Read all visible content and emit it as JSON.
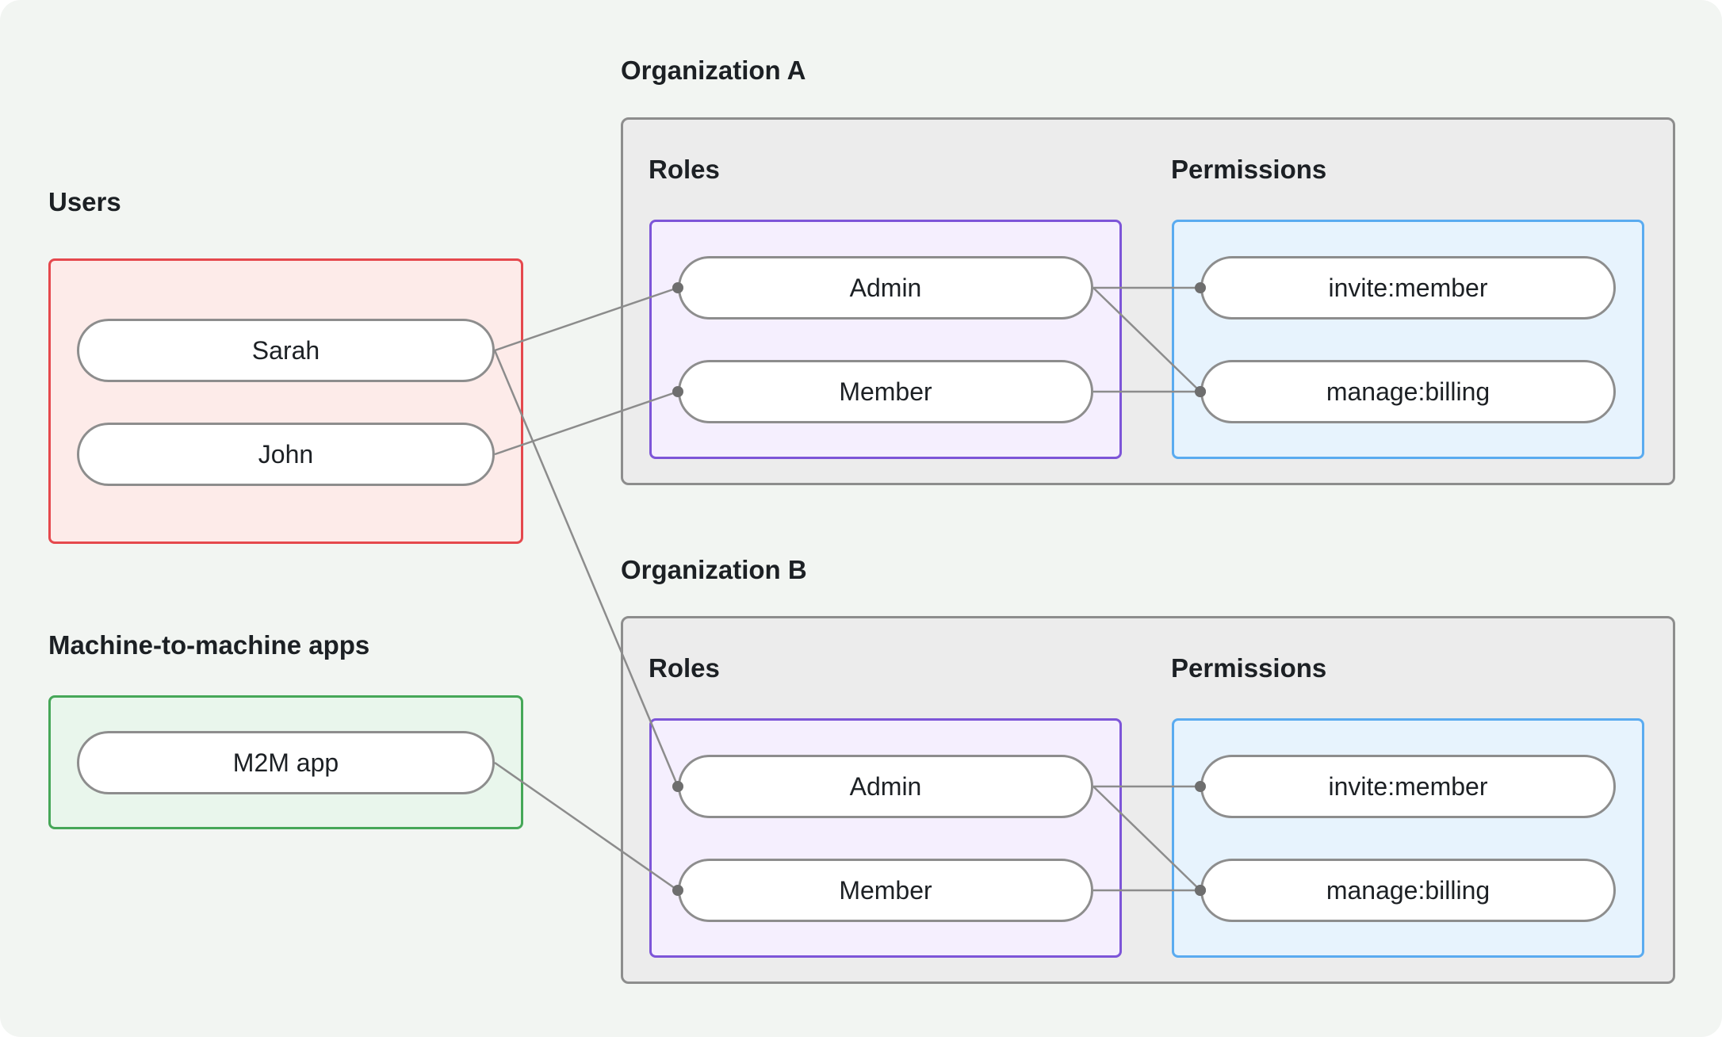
{
  "colors": {
    "page_background": "#f2f5f2",
    "connector": "#8c8c8c",
    "connector_dot": "#6e6e6e",
    "users_border": "#e5484d",
    "users_fill": "#fdebe9",
    "m2m_border": "#46a758",
    "m2m_fill": "#e9f6ec",
    "org_border": "#8d8d8d",
    "org_fill": "#ececec",
    "roles_border": "#7d55d8",
    "roles_fill": "#f5effe",
    "permissions_border": "#5aabf0",
    "permissions_fill": "#e7f3fd",
    "node_border": "#8d8d8d",
    "node_fill": "#ffffff",
    "text": "#1c2024"
  },
  "users_panel": {
    "title": "Users",
    "items": [
      {
        "id": "sarah",
        "label": "Sarah"
      },
      {
        "id": "john",
        "label": "John"
      }
    ]
  },
  "m2m_panel": {
    "title": "Machine-to-machine apps",
    "items": [
      {
        "id": "m2m",
        "label": "M2M app"
      }
    ]
  },
  "organizations": [
    {
      "id": "orgA",
      "title": "Organization A",
      "roles": {
        "title": "Roles",
        "items": [
          {
            "id": "orgA-admin",
            "label": "Admin"
          },
          {
            "id": "orgA-member",
            "label": "Member"
          }
        ]
      },
      "permissions": {
        "title": "Permissions",
        "items": [
          {
            "id": "orgA-invite",
            "label": "invite:member"
          },
          {
            "id": "orgA-manage",
            "label": "manage:billing"
          }
        ]
      }
    },
    {
      "id": "orgB",
      "title": "Organization B",
      "roles": {
        "title": "Roles",
        "items": [
          {
            "id": "orgB-admin",
            "label": "Admin"
          },
          {
            "id": "orgB-member",
            "label": "Member"
          }
        ]
      },
      "permissions": {
        "title": "Permissions",
        "items": [
          {
            "id": "orgB-invite",
            "label": "invite:member"
          },
          {
            "id": "orgB-manage",
            "label": "manage:billing"
          }
        ]
      }
    }
  ],
  "edges": [
    {
      "from": "sarah",
      "to": "orgA-admin"
    },
    {
      "from": "john",
      "to": "orgA-member"
    },
    {
      "from": "sarah",
      "to": "orgB-admin"
    },
    {
      "from": "m2m",
      "to": "orgB-member"
    },
    {
      "from": "orgA-admin",
      "to": "orgA-invite"
    },
    {
      "from": "orgA-admin",
      "to": "orgA-manage"
    },
    {
      "from": "orgA-member",
      "to": "orgA-manage"
    },
    {
      "from": "orgB-admin",
      "to": "orgB-invite"
    },
    {
      "from": "orgB-admin",
      "to": "orgB-manage"
    },
    {
      "from": "orgB-member",
      "to": "orgB-manage"
    }
  ]
}
